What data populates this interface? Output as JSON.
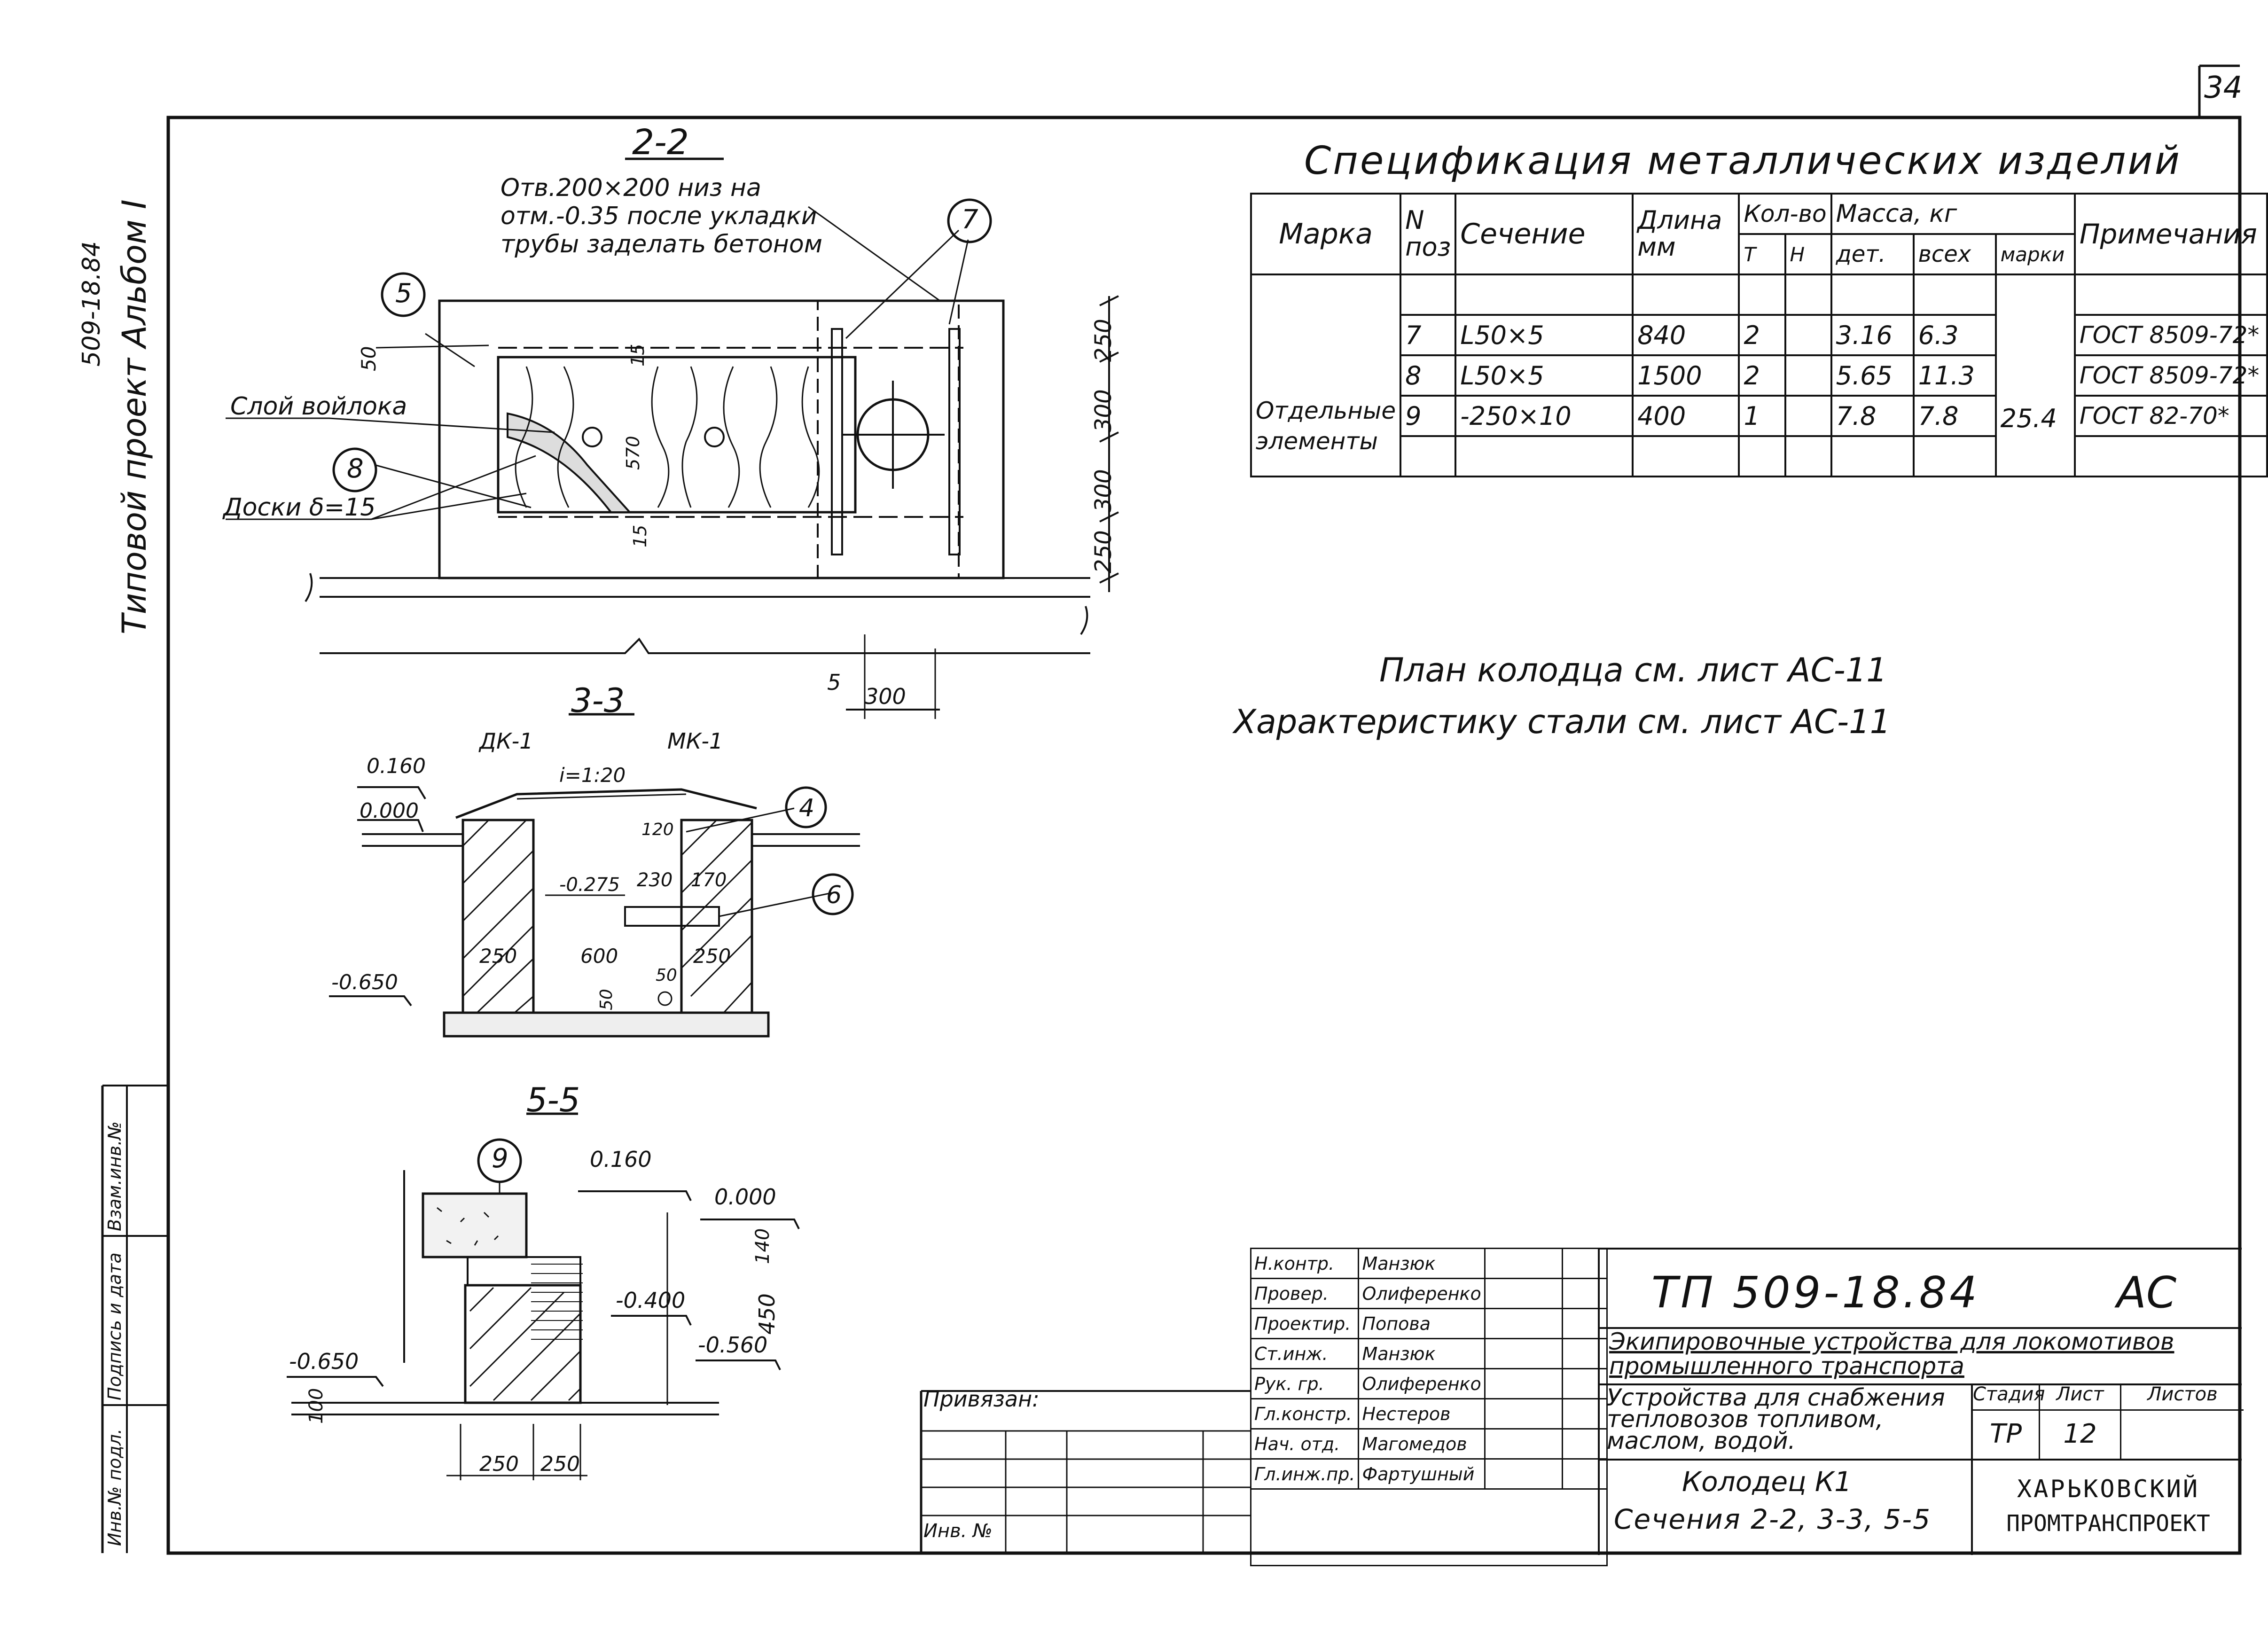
{
  "page_number": "34",
  "side_labels": {
    "doc_code": "509-18.84",
    "project": "Типовой проект  Альбом I"
  },
  "left_strip": [
    "Инв.№ подл.",
    "Подпись и дата",
    "Взам.инв.№"
  ],
  "section_2_2": {
    "title": "2-2",
    "note": [
      "Отв.200×200 низ на",
      "отм.-0.35 после укладки",
      "трубы заделать бетоном"
    ],
    "felt_label": "Слой войлока",
    "boards_label": "Доски δ=15",
    "callouts": [
      "5",
      "8",
      "7"
    ],
    "dims": [
      "250",
      "300",
      "300",
      "250",
      "50",
      "15",
      "15",
      "570",
      "5",
      "300"
    ]
  },
  "section_3_3": {
    "title": "3-3",
    "labels": [
      "ДК-1",
      "МК-1",
      "i=1:20"
    ],
    "marks": [
      "0.160",
      "0.000",
      "-0.650",
      "-0.275"
    ],
    "dims": [
      "120",
      "230",
      "170",
      "250",
      "600",
      "250",
      "50",
      "50"
    ],
    "callouts": [
      "4",
      "6"
    ]
  },
  "section_5_5": {
    "title": "5-5",
    "marks": [
      "0.160",
      "0.000",
      "-0.400",
      "-0.560",
      "-0.650"
    ],
    "dims": [
      "140",
      "450",
      "100",
      "250",
      "250"
    ],
    "callouts": [
      "9"
    ]
  },
  "spec": {
    "title": "Спецификация  металлических  изделий",
    "headers": {
      "marka": "Марка",
      "npoz": [
        "N",
        "поз"
      ],
      "section": "Сечение",
      "length": [
        "Длина",
        "мм"
      ],
      "qty": "Кол-во",
      "qty_t": "Т",
      "qty_n": "Н",
      "mass": "Масса, кг",
      "mass_det": "дет.",
      "mass_all": "всех",
      "mass_mark": "марки",
      "notes": "Примечания"
    },
    "group_label": [
      "Отдельные",
      "элементы"
    ],
    "rows": [
      {
        "n": "7",
        "section": "L50×5",
        "length": "840",
        "t": "2",
        "h": "",
        "det": "3.16",
        "all": "6.3",
        "note": "ГОСТ 8509-72*"
      },
      {
        "n": "8",
        "section": "L50×5",
        "length": "1500",
        "t": "2",
        "h": "",
        "det": "5.65",
        "all": "11.3",
        "note": "ГОСТ 8509-72*"
      },
      {
        "n": "9",
        "section": "-250×10",
        "length": "400",
        "t": "1",
        "h": "",
        "det": "7.8",
        "all": "7.8",
        "note": "ГОСТ 82-70*"
      }
    ],
    "mark_mass": "25.4"
  },
  "notes": [
    "План колодца см. лист АС-11",
    "Характеристику стали см. лист АС-11"
  ],
  "title_block": {
    "privyazan": "Привязан:",
    "inv": "Инв. №",
    "roles": [
      {
        "role": "Н.контр.",
        "name": "Манзюк"
      },
      {
        "role": "Провер.",
        "name": "Олиференко"
      },
      {
        "role": "Проектир.",
        "name": "Попова"
      },
      {
        "role": "Ст.инж.",
        "name": "Манзюк"
      },
      {
        "role": "Рук. гр.",
        "name": "Олиференко"
      },
      {
        "role": "Гл.констр.",
        "name": "Нестеров"
      },
      {
        "role": "Нач. отд.",
        "name": "Магомедов"
      },
      {
        "role": "Гл.инж.пр.",
        "name": "Фартушный"
      }
    ],
    "doc_number": "ТП  509-18.84",
    "sheet_code": "АС",
    "project_name": "Экипировочные устройства для локомотивов промышленного транспорта",
    "object_name": "Устройства для снабжения тепловозов топливом, маслом, водой.",
    "stage_label": "Стадия",
    "sheet_label": "Лист",
    "sheets_label": "Листов",
    "stage": "ТР",
    "sheet": "12",
    "drawing_title_1": "Колодец К1",
    "drawing_title_2": "Сечения  2-2, 3-3, 5-5",
    "org_1": "ХАРЬКОВСКИЙ",
    "org_2": "ПРОМТРАНСПРОЕКТ"
  }
}
